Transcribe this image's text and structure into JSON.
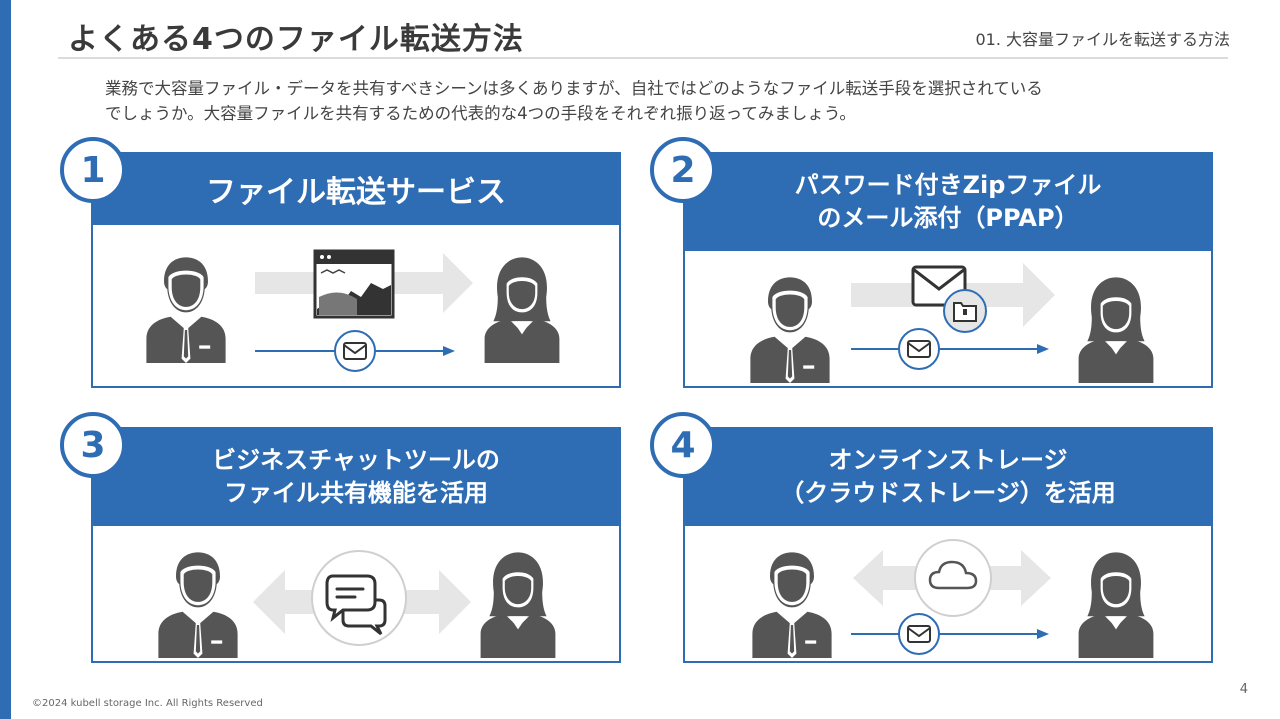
{
  "header": {
    "title": "よくある4つのファイル転送方法",
    "section": "01. 大容量ファイルを転送する方法"
  },
  "intro": {
    "line1": "業務で大容量ファイル・データを共有すべきシーンは多くありますが、自社ではどのようなファイル転送手段を選択されている",
    "line2": "でしょうか。大容量ファイルを共有するための代表的な4つの手段をそれぞれ振り返ってみましょう。"
  },
  "cards": [
    {
      "number": "1",
      "title_lines": [
        "ファイル転送サービス"
      ]
    },
    {
      "number": "2",
      "title_lines": [
        "パスワード付きZipファイル",
        "のメール添付（PPAP）"
      ]
    },
    {
      "number": "3",
      "title_lines": [
        "ビジネスチャットツールの",
        "ファイル共有機能を活用"
      ]
    },
    {
      "number": "4",
      "title_lines": [
        "オンラインストレージ",
        "（クラウドストレージ）を活用"
      ]
    }
  ],
  "icons": {
    "sender": "businessman-icon",
    "receiver": "businesswoman-icon",
    "mail": "envelope-icon",
    "browser": "browser-window-icon",
    "zip": "zip-folder-icon",
    "chat": "chat-bubbles-icon",
    "cloud": "cloud-icon"
  },
  "colors": {
    "accent": "#2e6db4",
    "icon": "#555555",
    "arrow": "#e6e6e6"
  },
  "footer": {
    "copyright": "©2024 kubell storage Inc. All Rights Reserved",
    "page": "4"
  }
}
